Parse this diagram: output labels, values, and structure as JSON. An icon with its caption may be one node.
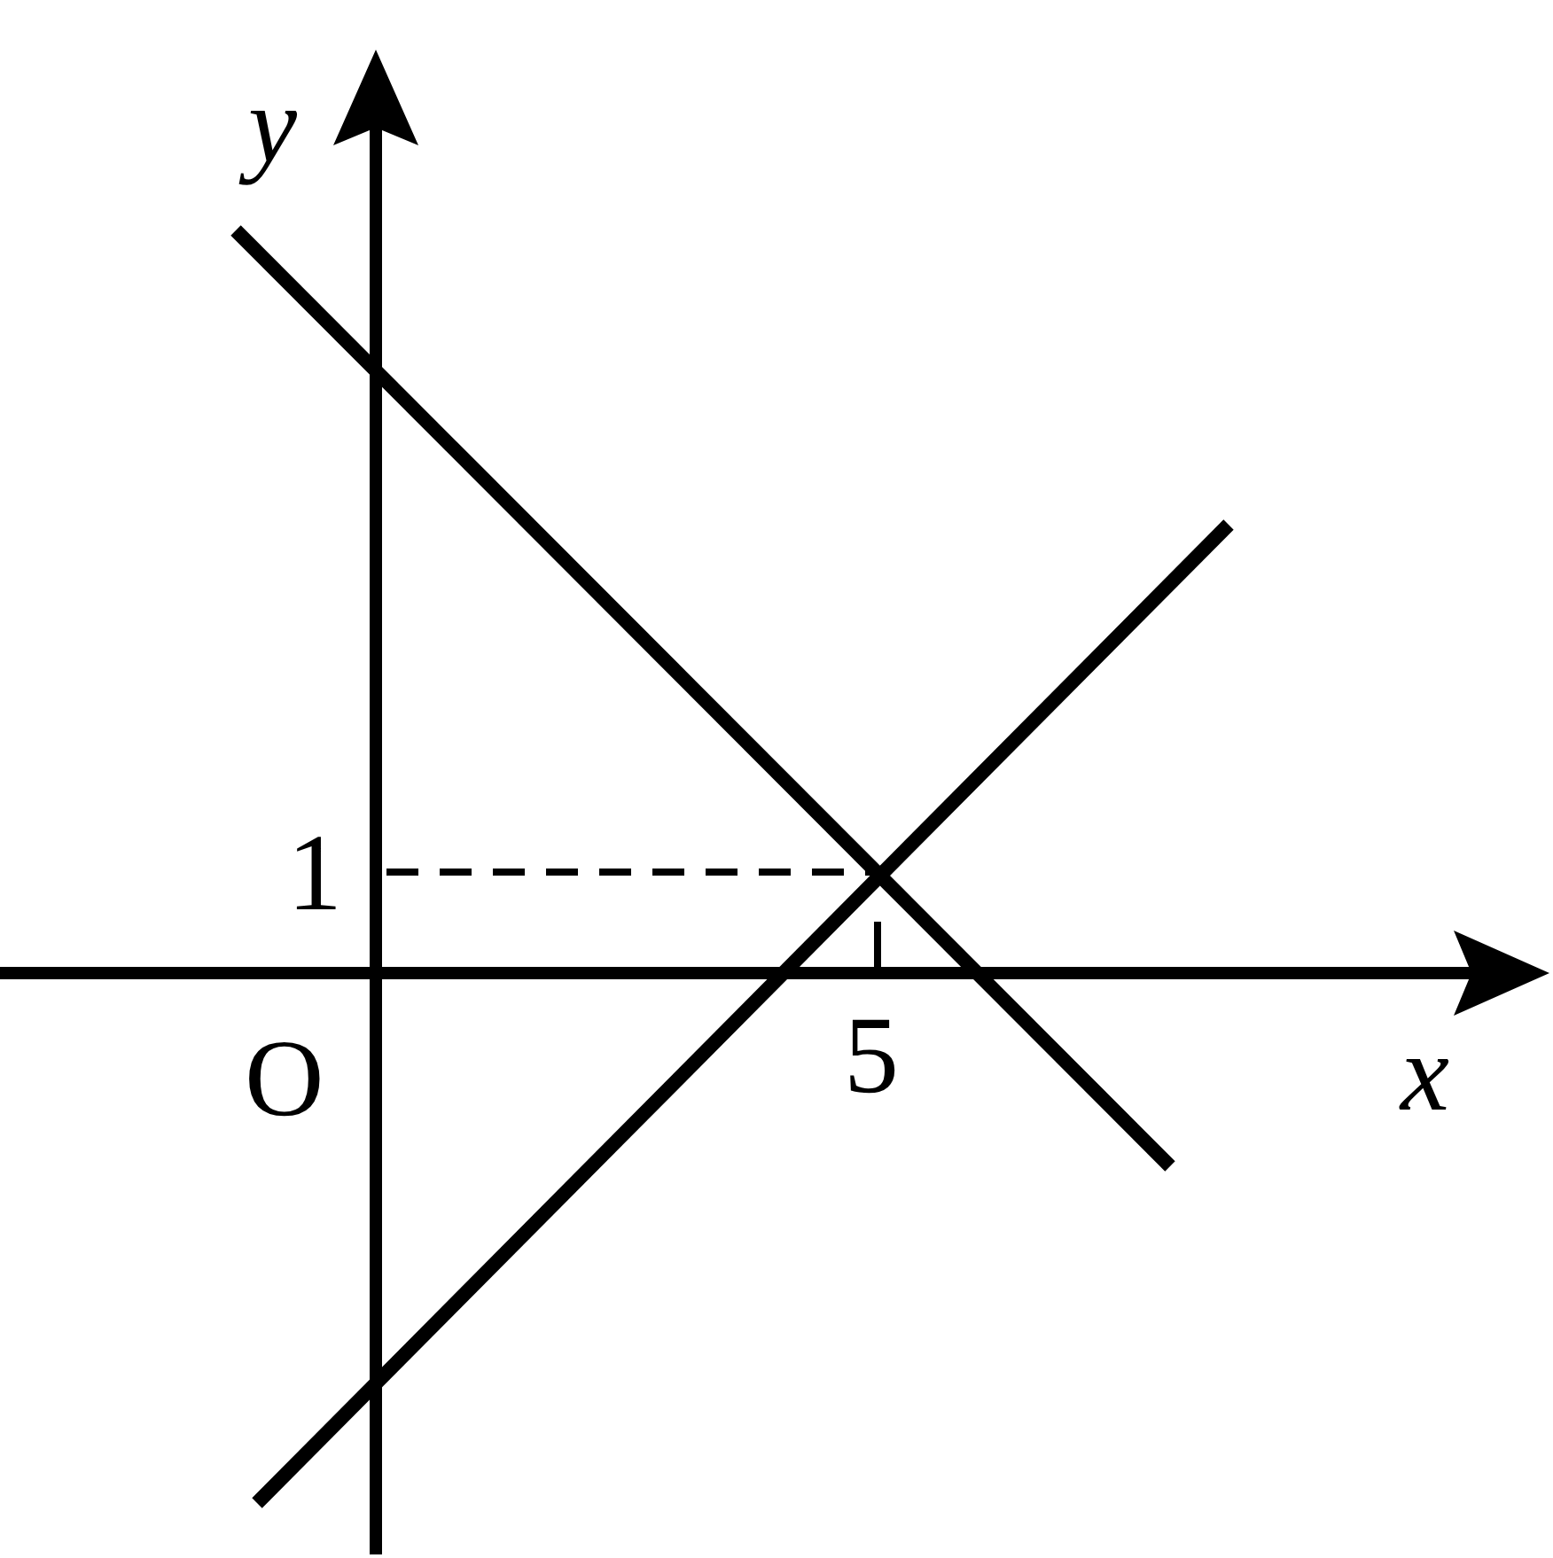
{
  "diagram": {
    "labels": [
      "y",
      "1",
      "O",
      "5",
      "x"
    ]
  }
}
